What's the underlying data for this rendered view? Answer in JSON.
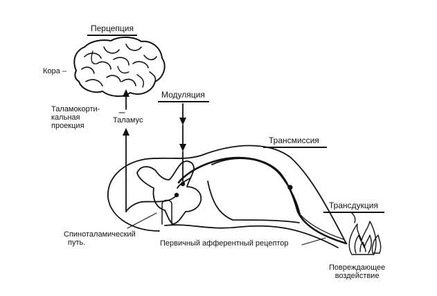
{
  "stages": {
    "perception": "Перцепция",
    "modulation": "Модуляция",
    "transmission": "Трансмиссия",
    "transduction": "Трансдукция"
  },
  "labels": {
    "cortex": "Кора –",
    "thalamocortical_1": "Таламокорти-",
    "thalamocortical_2": "кальная",
    "thalamocortical_3": "проекция",
    "thalamus": "Таламус",
    "spinothalamic_1": "Спиноталамический",
    "spinothalamic_2": "путь.",
    "afferent": "Первичный афферентный рецептор",
    "noxious_1": "Повреждающее",
    "noxious_2": "воздействие"
  },
  "colors": {
    "ink": "#111111",
    "background": "#ffffff"
  }
}
